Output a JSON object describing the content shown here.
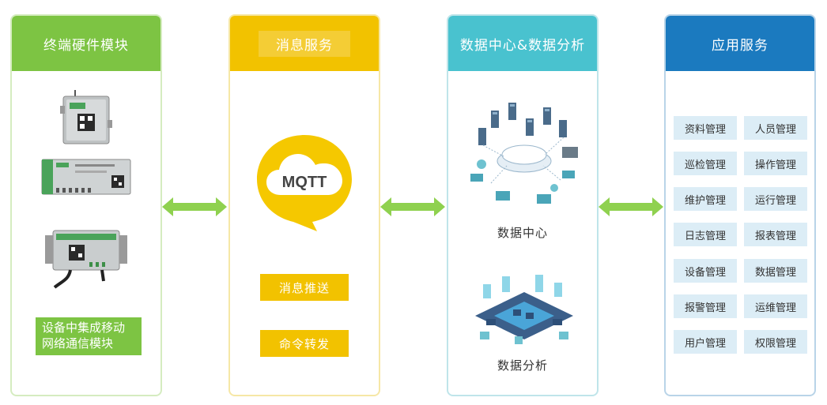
{
  "panels": {
    "hardware": {
      "title": "终端硬件模块",
      "note": "设备中集成移动网络通信模块"
    },
    "messaging": {
      "title": "消息服务",
      "logo_text": "MQTT",
      "buttons": [
        "消息推送",
        "命令转发"
      ]
    },
    "data": {
      "title": "数据中心&数据分析",
      "items": [
        "数据中心",
        "数据分析"
      ]
    },
    "apps": {
      "title": "应用服务",
      "services": [
        "资料管理",
        "人员管理",
        "巡检管理",
        "操作管理",
        "维护管理",
        "运行管理",
        "日志管理",
        "报表管理",
        "设备管理",
        "数据管理",
        "报警管理",
        "运维管理",
        "用户管理",
        "权限管理"
      ]
    }
  },
  "colors": {
    "hardware": "#7dc443",
    "messaging": "#f2c200",
    "data": "#49c2cf",
    "apps": "#1b7abf",
    "service_tile": "#dcedf6",
    "arrow": "#8fd14f"
  }
}
